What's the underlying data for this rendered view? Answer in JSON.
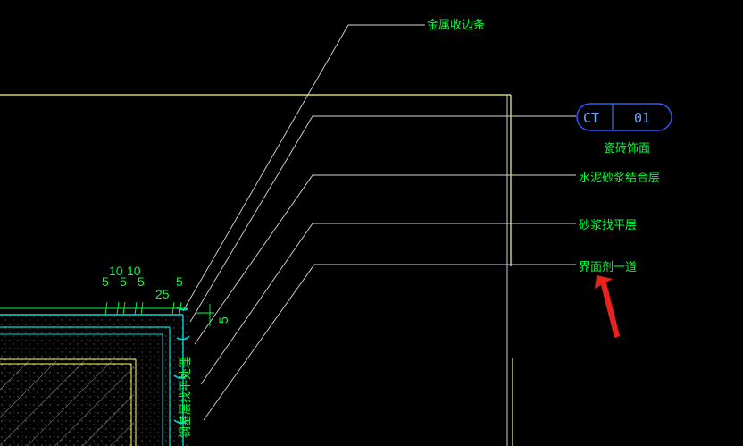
{
  "colors": {
    "background": "#000000",
    "text": "#00ff3c",
    "leader": "#d8d8d8",
    "frame": "#ffff66",
    "cyan": "#00d8d8",
    "tag": "#2a5cff",
    "arrow": "#e8231e"
  },
  "labels": {
    "metal_edge": "金属收边条",
    "ceramic_tag_left": "CT",
    "ceramic_tag_right": "01",
    "ceramic_face": "瓷砖饰面",
    "cement_mortar": "水泥砂浆结合层",
    "mortar_level": "砂浆找平层",
    "interface_agent": "界面剂一道",
    "vertical_note": "钢基层找平处理"
  },
  "dimensions": [
    "5",
    "10",
    "5",
    "10",
    "5",
    "25",
    "5"
  ],
  "side_dimension": "5"
}
